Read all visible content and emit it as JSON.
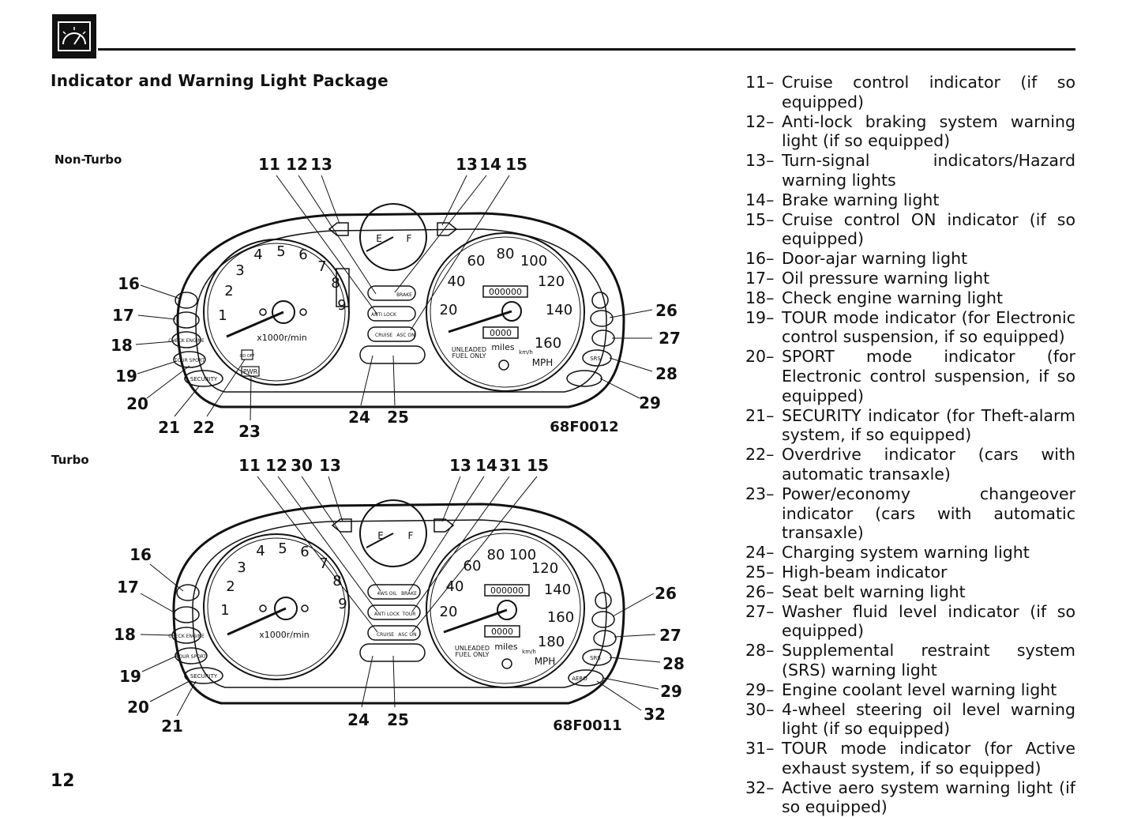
{
  "section_title": "Indicator and Warning Light Package",
  "page_number": "12",
  "icons": {
    "header": "speedometer-icon"
  },
  "colors": {
    "ink": "#111111",
    "paper": "#ffffff"
  },
  "non_turbo": {
    "label": "Non-Turbo",
    "code": "68F0012",
    "callouts": [
      "11",
      "12",
      "13",
      "13",
      "14",
      "15",
      "16",
      "17",
      "18",
      "19",
      "20",
      "21",
      "22",
      "23",
      "24",
      "25",
      "26",
      "27",
      "28",
      "29"
    ]
  },
  "turbo": {
    "label": "Turbo",
    "code": "68F0011",
    "callouts": [
      "11",
      "12",
      "30",
      "13",
      "13",
      "14",
      "31",
      "15",
      "16",
      "17",
      "18",
      "19",
      "20",
      "21",
      "24",
      "25",
      "26",
      "27",
      "28",
      "29",
      "32"
    ]
  },
  "gauge_text": {
    "tach_numbers": [
      "1",
      "2",
      "3",
      "4",
      "5",
      "6",
      "7",
      "8",
      "9"
    ],
    "tach_unit": "x1000r/min",
    "speed_mph": [
      "20",
      "40",
      "60",
      "80",
      "100",
      "120",
      "140",
      "160"
    ],
    "speed_mph_turbo": [
      "20",
      "40",
      "60",
      "80",
      "100",
      "120",
      "140",
      "160",
      "180"
    ],
    "mph": "MPH",
    "kmh": "km/h",
    "miles": "miles",
    "unleaded": "UNLEADED",
    "fuel_only": "FUEL ONLY",
    "odometer": "000000",
    "trip": "0000",
    "fuel_e": "E",
    "fuel_f": "F",
    "od_off": "OD OFF",
    "pwr": "PWR",
    "brake": "BRAKE",
    "anti_lock": "ANTI LOCK",
    "cruise": "CRUISE",
    "asc_on": "ASC ON",
    "four_ws_oil": "4WS OIL",
    "tour": "TOUR",
    "check_engine": "CHECK ENGINE",
    "tour_sport": "TOUR SPORT",
    "security": "SECURITY",
    "srs": "SRS",
    "aero": "AERO"
  },
  "legend": [
    {
      "num": "11–",
      "text": "Cruise control indicator (if so equipped)"
    },
    {
      "num": "12–",
      "text": "Anti-lock braking system warning light (if so equipped)"
    },
    {
      "num": "13–",
      "text": "Turn-signal indicators/Hazard warning lights"
    },
    {
      "num": "14–",
      "text": "Brake warning light"
    },
    {
      "num": "15–",
      "text": "Cruise control ON indicator (if so equipped)"
    },
    {
      "num": "16–",
      "text": "Door-ajar warning light"
    },
    {
      "num": "17–",
      "text": "Oil pressure warning light"
    },
    {
      "num": "18–",
      "text": "Check engine warning light"
    },
    {
      "num": "19–",
      "text": "TOUR mode indicator (for Electronic control suspension, if so equipped)"
    },
    {
      "num": "20–",
      "text": "SPORT mode indicator (for Electronic control suspension, if so equipped)"
    },
    {
      "num": "21–",
      "text": "SECURITY indicator (for Theft-alarm system, if so equipped)"
    },
    {
      "num": "22–",
      "text": "Overdrive indicator (cars with automatic transaxle)"
    },
    {
      "num": "23–",
      "text": "Power/economy changeover indicator (cars with automatic transaxle)"
    },
    {
      "num": "24–",
      "text": "Charging system warning light"
    },
    {
      "num": "25–",
      "text": "High-beam indicator"
    },
    {
      "num": "26–",
      "text": "Seat belt warning light"
    },
    {
      "num": "27–",
      "text": "Washer fluid level indicator (if so equipped)"
    },
    {
      "num": "28–",
      "text": "Supplemental restraint system (SRS) warning light"
    },
    {
      "num": "29–",
      "text": "Engine coolant level warning light"
    },
    {
      "num": "30–",
      "text": "4-wheel steering oil level warning light (if so equipped)"
    },
    {
      "num": "31–",
      "text": "TOUR mode indicator (for Active exhaust system, if so equipped)"
    },
    {
      "num": "32–",
      "text": "Active aero system warning light (if so equipped)"
    }
  ]
}
